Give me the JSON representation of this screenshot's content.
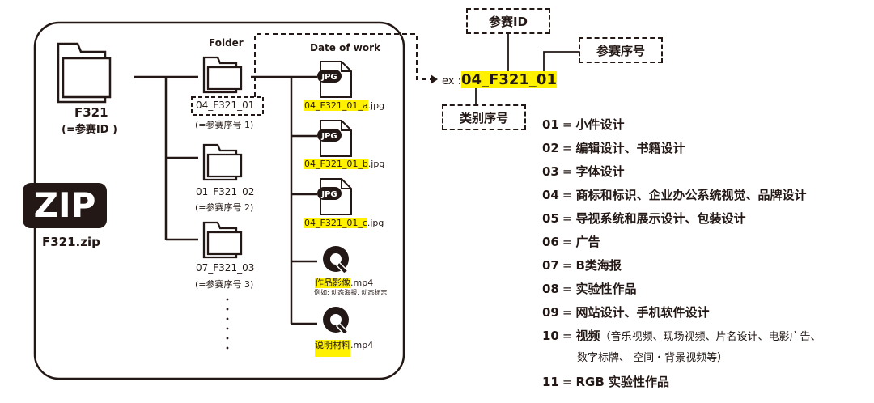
{
  "left": {
    "root_folder_name": "F321",
    "root_folder_sub": "(=参赛ID )",
    "zip_badge": "ZIP",
    "zip_file": "F321.zip",
    "folder_header": "Folder",
    "date_header": "Date of work",
    "folders": [
      {
        "name": "04_F321_01",
        "sub": "(=参赛序号 1)"
      },
      {
        "name": "01_F321_02",
        "sub": "(=参赛序号 2)"
      },
      {
        "name": "07_F321_03",
        "sub": "(=参赛序号 3)"
      }
    ],
    "jpg_badge": "JPG",
    "files": [
      {
        "highlight": "04_F321_01_a",
        "ext": ".jpg"
      },
      {
        "highlight": "04_F321_01_b",
        "ext": ".jpg"
      },
      {
        "highlight": "04_F321_01_c",
        "ext": ".jpg"
      },
      {
        "highlight": "作品影像",
        "ext": ".mp4",
        "note": "例如: 动态海报, 动态标志"
      },
      {
        "highlight": "说明材料",
        "ext": ".mp4"
      }
    ]
  },
  "right": {
    "id_label": "参赛ID",
    "seq_label": "参赛序号",
    "cat_label": "类别序号",
    "ex_prefix": "ex :",
    "ex_parts": [
      "04",
      "_",
      "F321",
      "_",
      "01"
    ],
    "codes": [
      {
        "num": "01",
        "eq": "=",
        "text": "小件设计"
      },
      {
        "num": "02",
        "eq": "=",
        "text": "编辑设计、书籍设计"
      },
      {
        "num": "03",
        "eq": "=",
        "text": "字体设计"
      },
      {
        "num": "04",
        "eq": "=",
        "text": "商标和标识、企业办公系统视觉、品牌设计"
      },
      {
        "num": "05",
        "eq": "=",
        "text": "导视系统和展示设计、包装设计"
      },
      {
        "num": "06",
        "eq": "=",
        "text": "广告"
      },
      {
        "num": "07",
        "eq": "=",
        "text": "B类海报"
      },
      {
        "num": "08",
        "eq": "=",
        "text": "实验性作品"
      },
      {
        "num": "09",
        "eq": "=",
        "text": "网站设计、手机软件设计"
      },
      {
        "num": "10",
        "eq": "=",
        "text": "视频",
        "detail": "（音乐视频、现场视频、片名设计、电影广告、",
        "detail2": "数字标牌、 空间・背景视频等）"
      },
      {
        "num": "11",
        "eq": "=",
        "text": "RGB 实验性作品"
      }
    ]
  }
}
